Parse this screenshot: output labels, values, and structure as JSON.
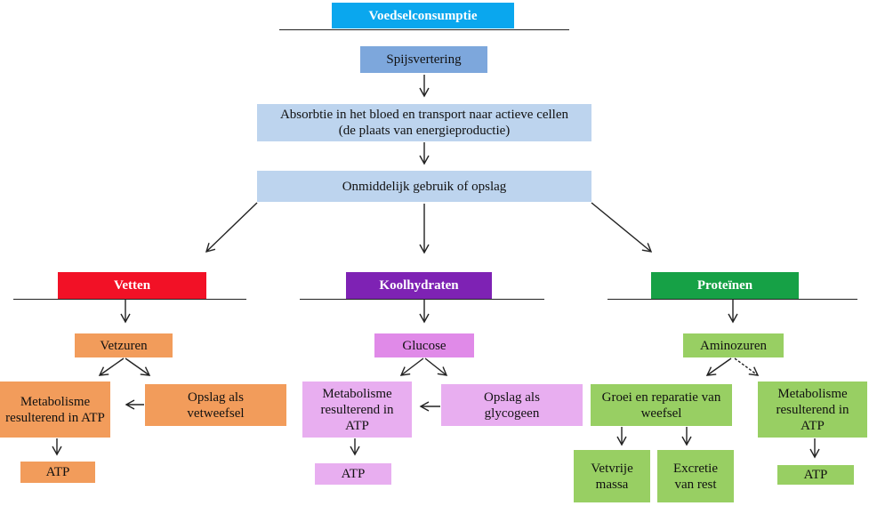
{
  "title": "Voedselconsumptie",
  "flow": {
    "digestion": "Spijsvertering",
    "absorption": "Absorbtie in het bloed en transport naar actieve cellen (de plaats van energieproductie)",
    "usage": "Onmiddelijk gebruik of opslag"
  },
  "branches": {
    "fats": {
      "title": "Vetten",
      "product": "Vetzuren",
      "metabolism": "Metabolisme resulterend in ATP",
      "storage": "Opslag als vetweefsel",
      "atp": "ATP"
    },
    "carbs": {
      "title": "Koolhydraten",
      "product": "Glucose",
      "metabolism": "Metabolisme resulterend in ATP",
      "storage": "Opslag als glycogeen",
      "atp": "ATP"
    },
    "proteins": {
      "title": "Proteïnen",
      "product": "Aminozuren",
      "growth": "Groei en reparatie van weefsel",
      "lean_mass": "Vetvrije massa",
      "excretion": "Excretie van rest",
      "metabolism": "Metabolisme resulterend in ATP",
      "atp": "ATP"
    }
  },
  "colors": {
    "title": "#0aa7ee",
    "flow_dark": "#7da7dc",
    "flow_light": "#bdd4ee",
    "fats_header": "#f21126",
    "fats": "#f29c5b",
    "carbs_header": "#7e22b4",
    "carbs_product": "#e08ae8",
    "carbs": "#e8aef0",
    "proteins_header": "#16a146",
    "proteins": "#98cf63"
  }
}
